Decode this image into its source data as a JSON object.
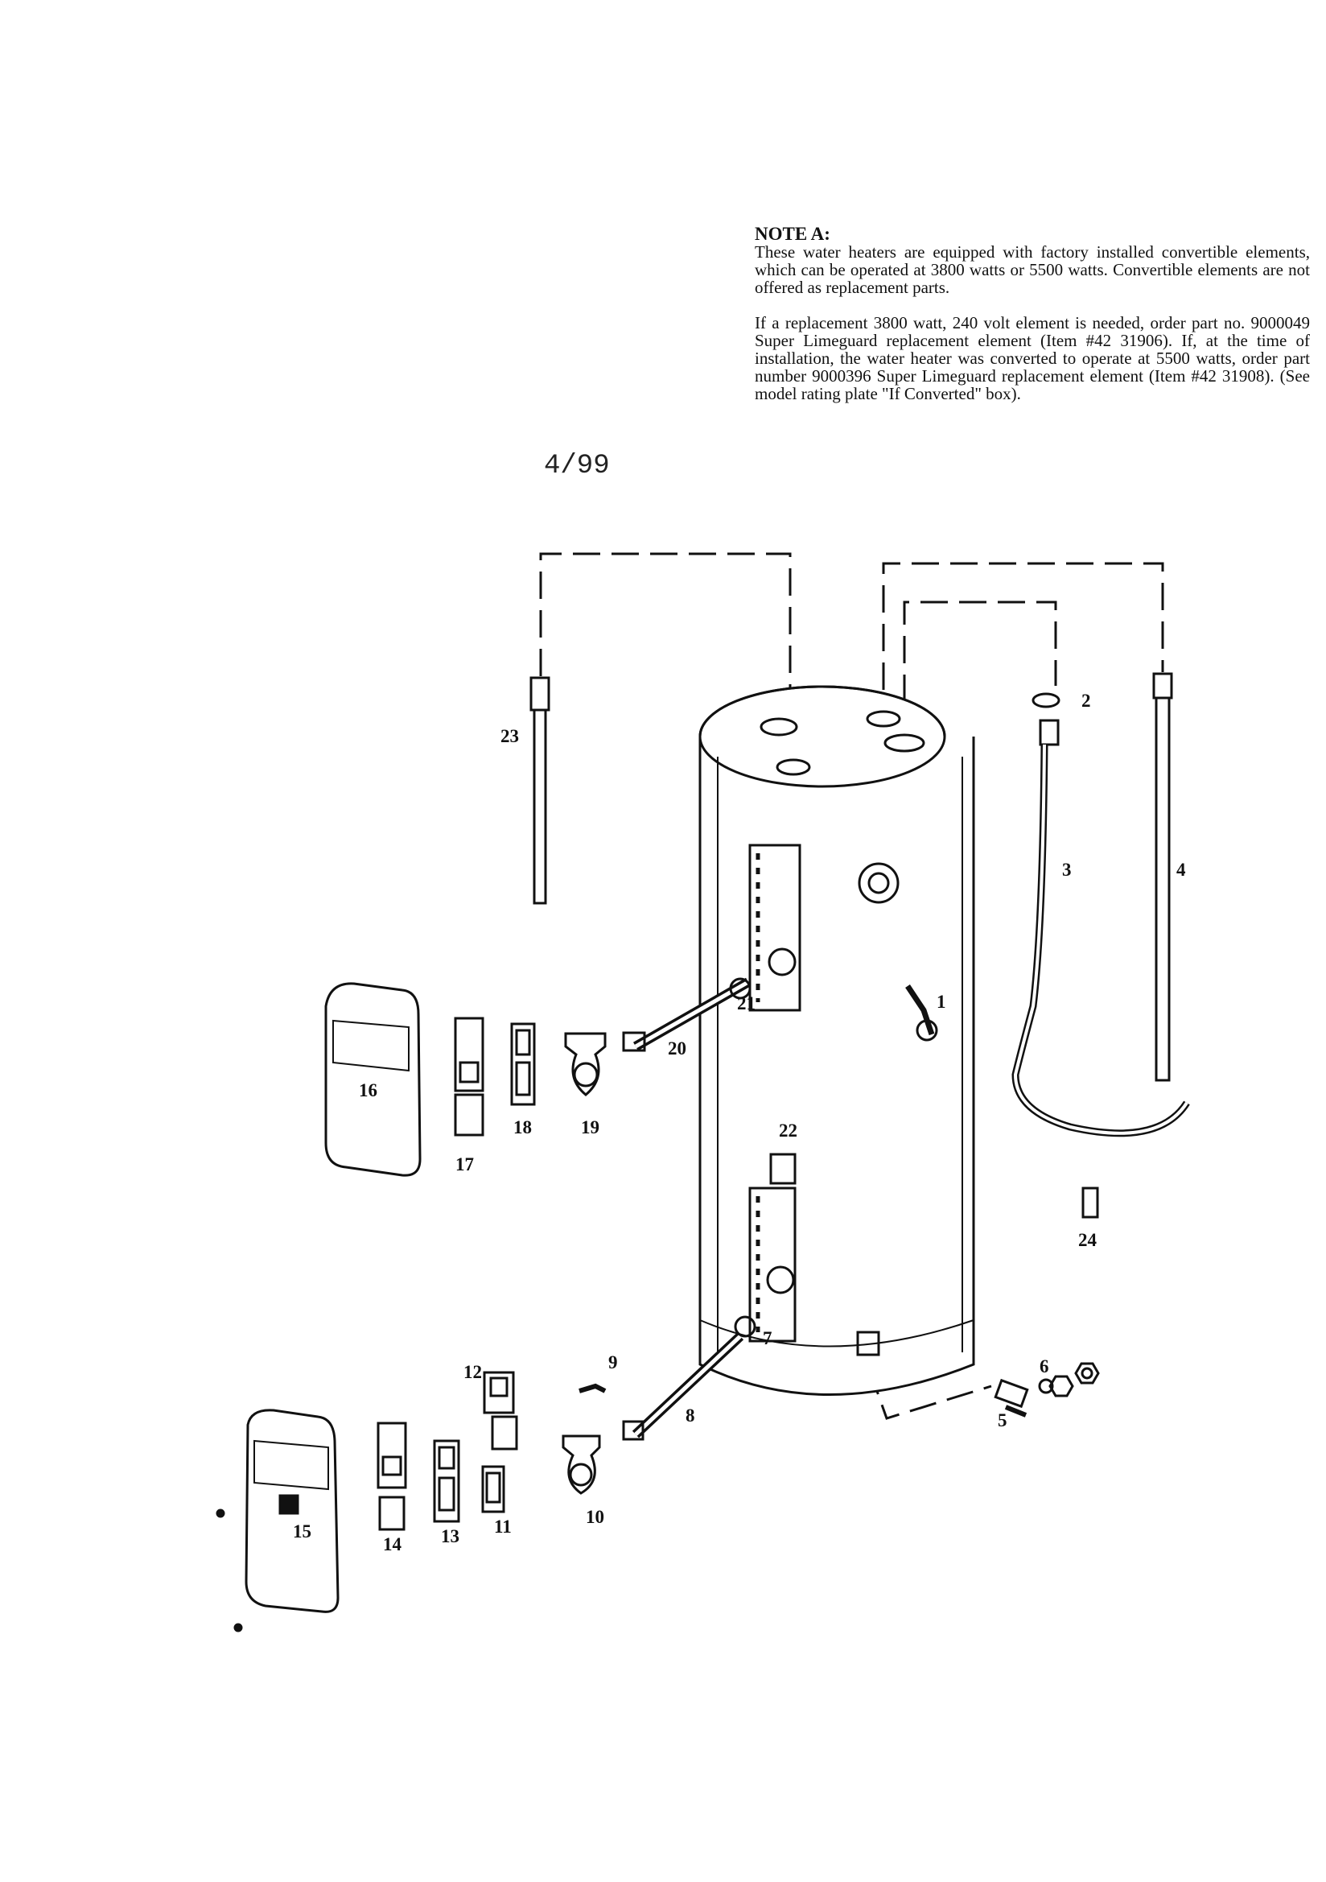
{
  "note": {
    "heading": "NOTE A:",
    "para1": "These water heaters are equipped with factory installed convertible elements, which can be operated at 3800 watts or 5500 watts. Convertible elements are not offered as replacement parts.",
    "para2": "If a replacement 3800 watt, 240 volt element is needed, order part no. 9000049 Super Limeguard replacement element (Item #42 31906). If, at the time of installation, the water heater was converted to operate at 5500 watts, order part number 9000396 Super Limeguard replacement element (Item #42 31908). (See model rating plate \"If Converted\" box)."
  },
  "date": "4/99",
  "callouts": {
    "n1": "1",
    "n2": "2",
    "n3": "3",
    "n4": "4",
    "n5": "5",
    "n6": "6",
    "n7": "7",
    "n8": "8",
    "n9": "9",
    "n10": "10",
    "n11": "11",
    "n12": "12",
    "n13": "13",
    "n14": "14",
    "n15": "15",
    "n16": "16",
    "n17": "17",
    "n18": "18",
    "n19": "19",
    "n20": "20",
    "n21": "21",
    "n22": "22",
    "n23": "23",
    "n24": "24"
  }
}
